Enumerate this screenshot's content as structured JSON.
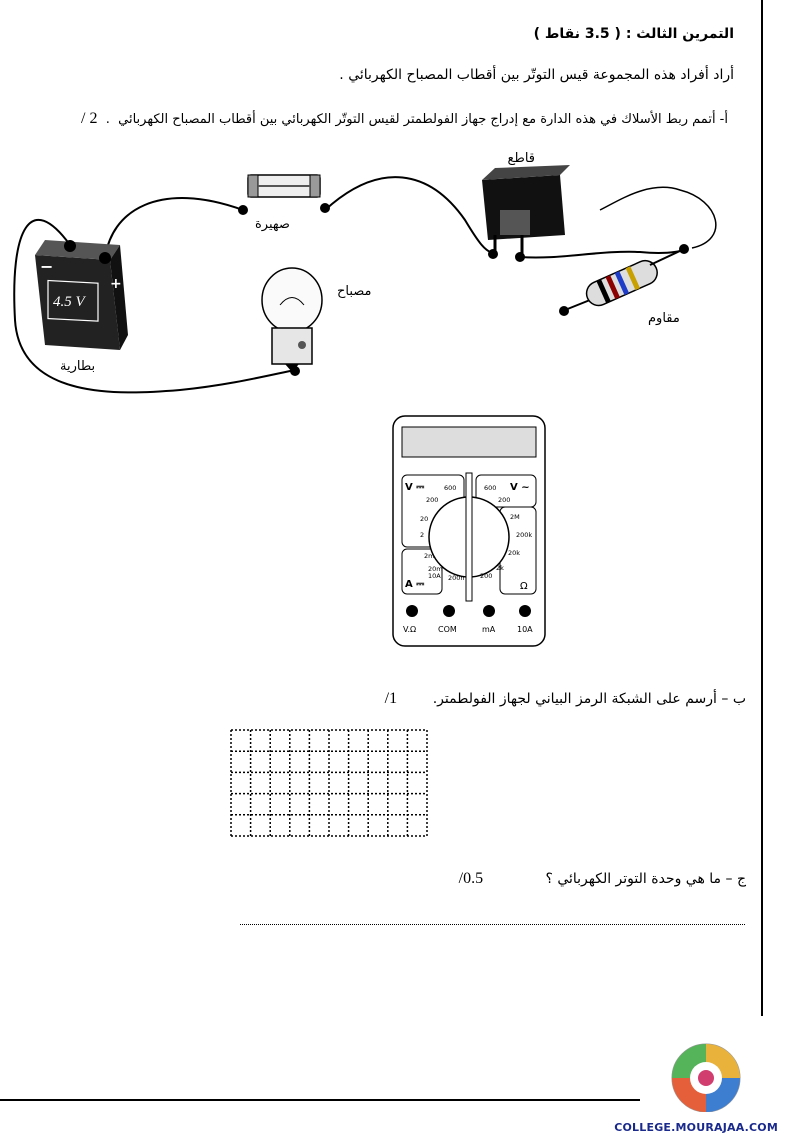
{
  "exercise": {
    "title": "التمرين الثالث : ( 3.5 نقاط )",
    "intro": "أراد أفراد هذه المجموعة قيس التوتّر  بين أقطاب المصباح الكهربائي .",
    "part_a": "أ-  أتمم ربط الأسلاك في هذه الدارة مع  إدراج جهاز الفولطمتر لقيس التوتّر الكهربائي بين أقطاب المصباح الكهربائي",
    "part_a_mark": "2 /",
    "part_b": "ب – أرسم على الشبكة الرمز البياني لجهاز الفولطمتر.",
    "part_b_mark": "1/",
    "part_c": "ج – ما هي وحدة التوتر الكهربائي ؟",
    "part_c_mark": "0.5/"
  },
  "circuit": {
    "switch_label": "قاطع",
    "fuse_label": "صهيرة",
    "lamp_label": "مصباح",
    "battery_label": "بطارية",
    "resistor_label": "مقاوم",
    "battery_value": "4.5 V",
    "battery_minus": "−",
    "battery_plus": "+"
  },
  "multimeter": {
    "v_dc": "V ⎓",
    "v_ac": "V ~",
    "amp": "A ⎓",
    "ohm": "Ω",
    "ranges_left": [
      "600",
      "200",
      "20",
      "2",
      "2m",
      "20m",
      "10A",
      "200m"
    ],
    "ranges_right": [
      "600",
      "200",
      "2M",
      "200k",
      "20k",
      "2k",
      "200"
    ],
    "terminals": [
      "V.Ω",
      "COM",
      "mA",
      "10A"
    ]
  },
  "footer": {
    "site": "COLLEGE.MOURAJAA.COM"
  }
}
